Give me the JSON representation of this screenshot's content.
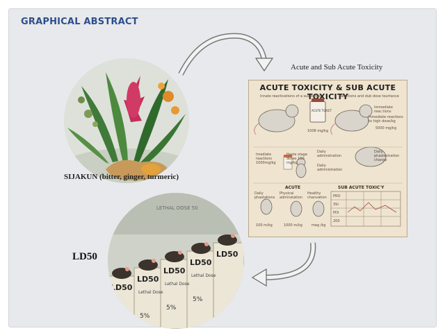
{
  "heading": "GRAPHICAL ABSTRACT",
  "herb_caption": "SIJAKUN (bitter, ginger, turmeric)",
  "ld50_label": "LD50",
  "toxicity_title": "Acute and Sub Acute Toxicity",
  "infographic": {
    "header": "ACUTE TOXICITY & SUB ACUTE TOXICITY",
    "sub_left": "Innate reactivations of a substance",
    "sub_right": "Reactions and dub dose tourtance",
    "immediate": "Immediate reac.tions",
    "high_dose": "Inmediate reactions to high dose/kg",
    "dose_5000": "5000 mg/kg",
    "dose_1008": "1008 mg/kg",
    "bottle_label": "ACUTE TOXICT",
    "imediate_reactions": "Imediate reactions 1000mg/kg",
    "haste": "Haste stage doses 100 mg/kg",
    "daily": "Daily adminstration",
    "daily_admin": "Daily administration",
    "daily_phase": "Daily phastestration change",
    "acute_label": "ACUTE",
    "sub_acute_label": "SUB ACUTE TOXIC'Y",
    "bottom_a": "Daily phastations",
    "bottom_b": "Physical adminstation",
    "bottom_c": "Healthy chanvation",
    "bottom_d1": "100 m/kg",
    "bottom_d2": "1000 m/kg",
    "bottom_d3": "meg /kg",
    "table_rows": [
      "PRO",
      "3Sr",
      "PDI",
      "200"
    ]
  },
  "ld_scene": {
    "banner": "LETHAL DOSE 50",
    "box_labels": [
      "LD50",
      "LD50",
      "LD50",
      "LD50",
      "LD50"
    ],
    "box_sub": [
      "Lethal Dose",
      "Lethal Dose",
      "Lethal Dose"
    ],
    "box_pct": [
      "5%",
      "5%",
      "5%"
    ]
  },
  "colors": {
    "heading": "#2c4f8c",
    "frame": "#e8e9ec",
    "parchment": "#efe4cf"
  }
}
